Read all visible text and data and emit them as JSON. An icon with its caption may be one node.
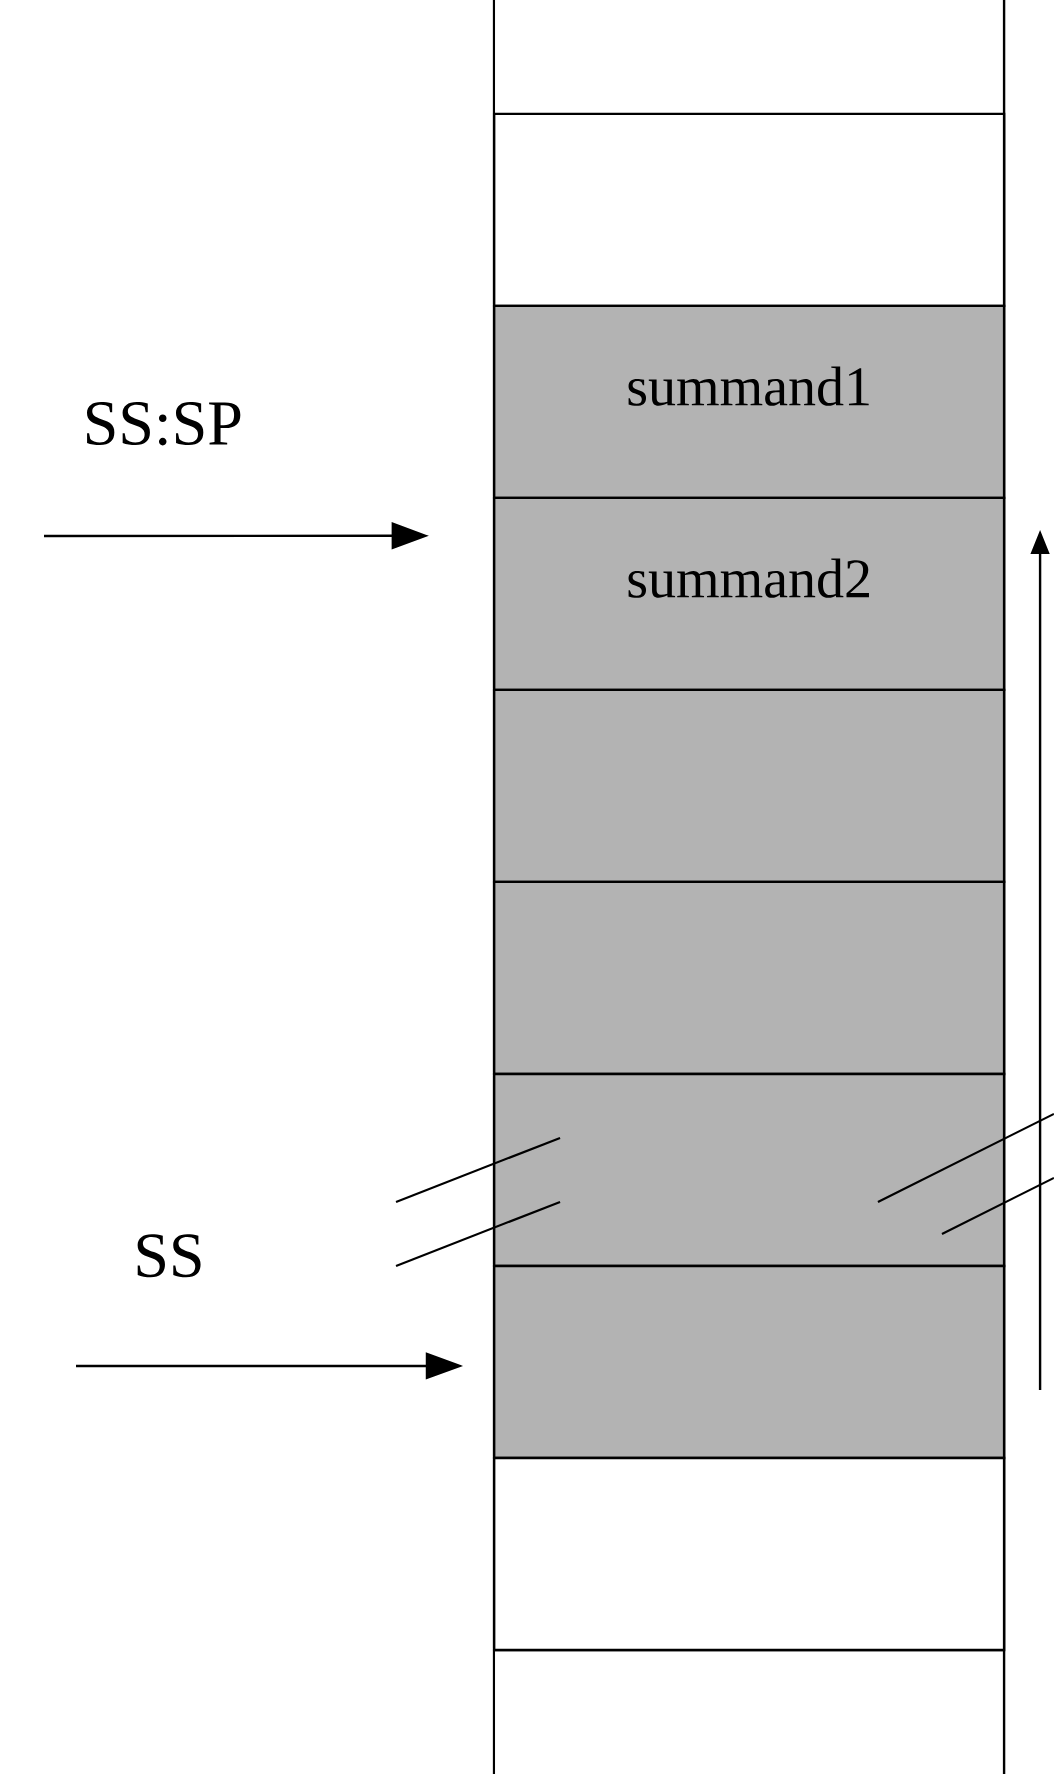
{
  "diagram": {
    "nodes": [
      {
        "text": [],
        "shape": "box"
      },
      {
        "text": [
          "summand1"
        ]
      },
      {
        "text": [
          "summand2"
        ]
      },
      {
        "text": [],
        "shape": "box"
      },
      {
        "text": [],
        "shape": "box"
      },
      {
        "text": [],
        "shape": "box"
      },
      {
        "text": [],
        "shape": "box"
      },
      {
        "text": [],
        "shape": "box"
      }
    ],
    "edges": [
      {
        "from": null,
        "to": 2,
        "arrow": "to",
        "label": "SS:SP"
      },
      {
        "from": null,
        "to": 6,
        "arrow": "to",
        "label": "SS"
      }
    ]
  }
}
